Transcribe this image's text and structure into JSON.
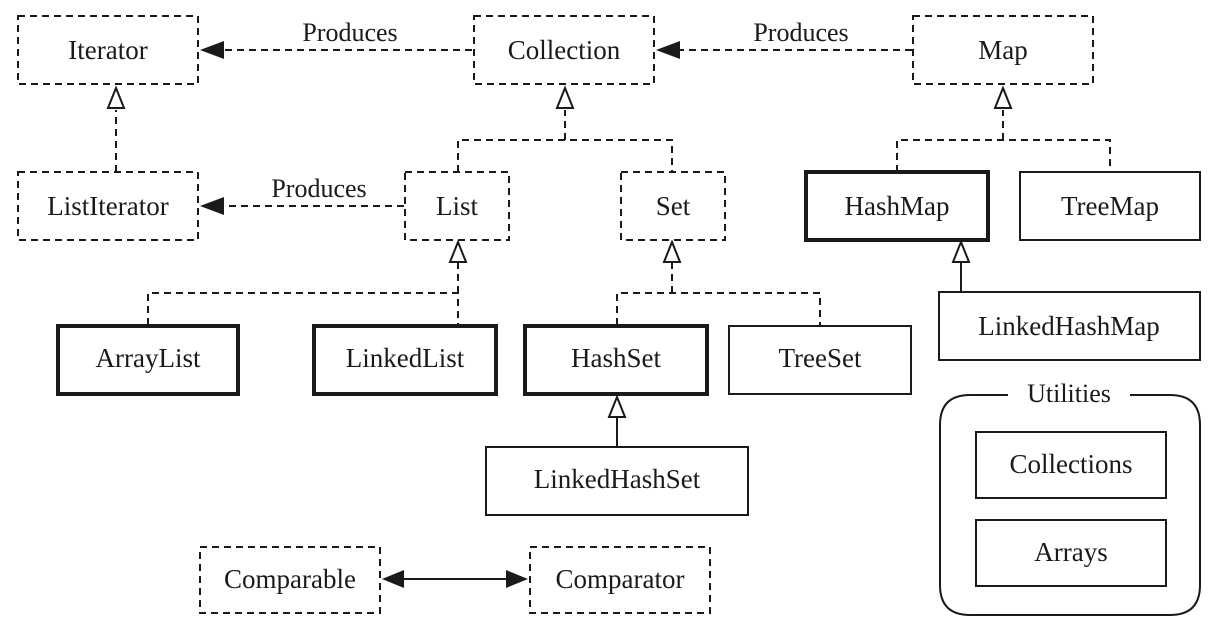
{
  "diagram": {
    "nodes": {
      "iterator": "Iterator",
      "collection": "Collection",
      "map": "Map",
      "list_iterator": "ListIterator",
      "list": "List",
      "set": "Set",
      "hash_map": "HashMap",
      "tree_map": "TreeMap",
      "array_list": "ArrayList",
      "linked_list": "LinkedList",
      "hash_set": "HashSet",
      "tree_set": "TreeSet",
      "linked_hash_map": "LinkedHashMap",
      "linked_hash_set": "LinkedHashSet",
      "comparable": "Comparable",
      "comparator": "Comparator",
      "collections": "Collections",
      "arrays": "Arrays"
    },
    "edge_labels": {
      "collection_produces_iterator": "Produces",
      "map_produces_collection": "Produces",
      "list_produces_listiterator": "Produces"
    },
    "groups": {
      "utilities": "Utilities"
    }
  }
}
